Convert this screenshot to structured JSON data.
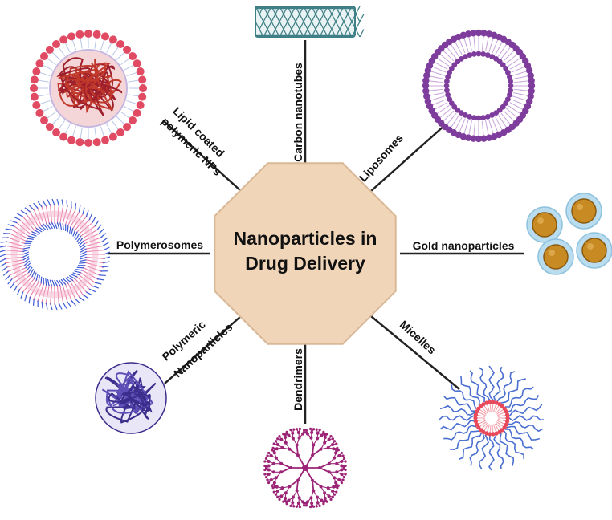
{
  "center": {
    "line1": "Nanoparticles in",
    "line2": "Drug Delivery"
  },
  "labels": {
    "carbon_nanotubes": "Carbon nanotubes",
    "liposomes": "Liposomes",
    "gold_nanoparticles": "Gold nanoparticles",
    "micelles": "Micelles",
    "dendrimers": "Dendrimers",
    "polymeric_nps": {
      "line1": "Polymeric",
      "line2": "Nanoparticles"
    },
    "polymerosomes": "Polymerosomes",
    "lipid_coated": {
      "line1": "Lipid coated",
      "line2": "polymeric NPs"
    }
  },
  "colors": {
    "hub_fill": "#f1d5b8",
    "hub_stroke": "#d9b896",
    "connector": "#222222",
    "nanotube": "#3f7f86",
    "liposome": "#7e3c9c",
    "gold_core": "#c88a22",
    "gold_shell": "#b9dcee",
    "micelle_tail": "#4a6fd0",
    "micelle_head": "#e8495a",
    "dendrimer": "#9c2477",
    "polymeric": "#3a2d8c",
    "polymerosome_outer": "#e6679a",
    "polymerosome_tail": "#3e5bd6",
    "lipid_head": "#e04a63",
    "lipid_core": "#9e1f2b"
  }
}
